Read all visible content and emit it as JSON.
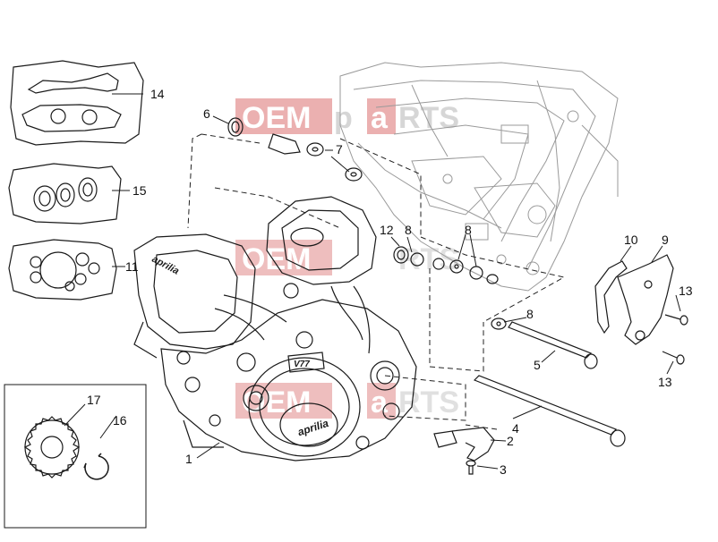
{
  "watermark": {
    "brand_left": "OEM",
    "brand_mid": "p",
    "brand_box": "a",
    "brand_right": "RTS",
    "box_color": "#e8a3a3",
    "text_color": "#c9c9c9"
  },
  "colors": {
    "line": "#1a1a1a",
    "frame": "#9a9a9a",
    "dash": "#222222"
  },
  "labels": [
    "1",
    "2",
    "3",
    "4",
    "5",
    "6",
    "7",
    "8",
    "8",
    "8",
    "9",
    "10",
    "11",
    "12",
    "13",
    "13",
    "14",
    "15",
    "16",
    "17"
  ],
  "engine_texts": {
    "cover_brand": "aprilia",
    "head_brand": "aprilia",
    "badge": "V77"
  }
}
